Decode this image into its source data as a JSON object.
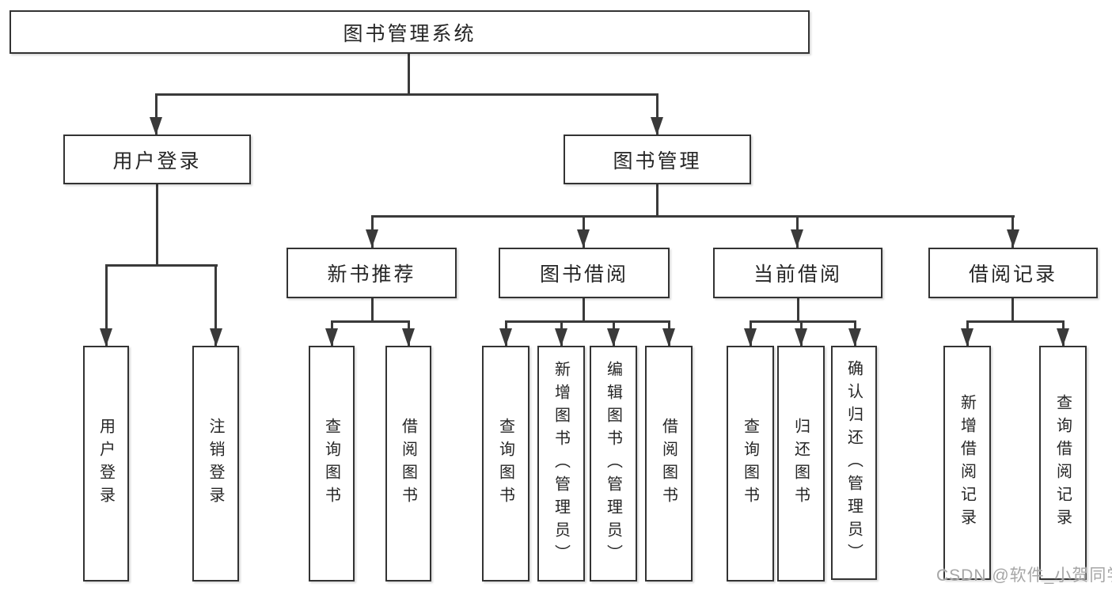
{
  "tree": {
    "label": "图书管理系统",
    "children": [
      {
        "label": "用户登录",
        "children": [
          {
            "label": "用户登录"
          },
          {
            "label": "注销登录"
          }
        ]
      },
      {
        "label": "图书管理",
        "children": [
          {
            "label": "新书推荐",
            "children": [
              {
                "label": "查询图书"
              },
              {
                "label": "借阅图书"
              }
            ]
          },
          {
            "label": "图书借阅",
            "children": [
              {
                "label": "查询图书"
              },
              {
                "label": "新增图书（管理员）"
              },
              {
                "label": "编辑图书（管理员）"
              },
              {
                "label": "借阅图书"
              }
            ]
          },
          {
            "label": "当前借阅",
            "children": [
              {
                "label": "查询图书"
              },
              {
                "label": "归还图书"
              },
              {
                "label": "确认归还（管理员）"
              }
            ]
          },
          {
            "label": "借阅记录",
            "children": [
              {
                "label": "新增借阅记录"
              },
              {
                "label": "查询借阅记录"
              }
            ]
          }
        ]
      }
    ]
  },
  "watermark": {
    "text": "CSDN @软件_小贺同学"
  },
  "colors": {
    "line": "#3a3a3a",
    "border": "#333333",
    "fill": "#ffffff",
    "text": "#262626",
    "watermark": "#a6a6a6",
    "bg": "#ffffff"
  }
}
